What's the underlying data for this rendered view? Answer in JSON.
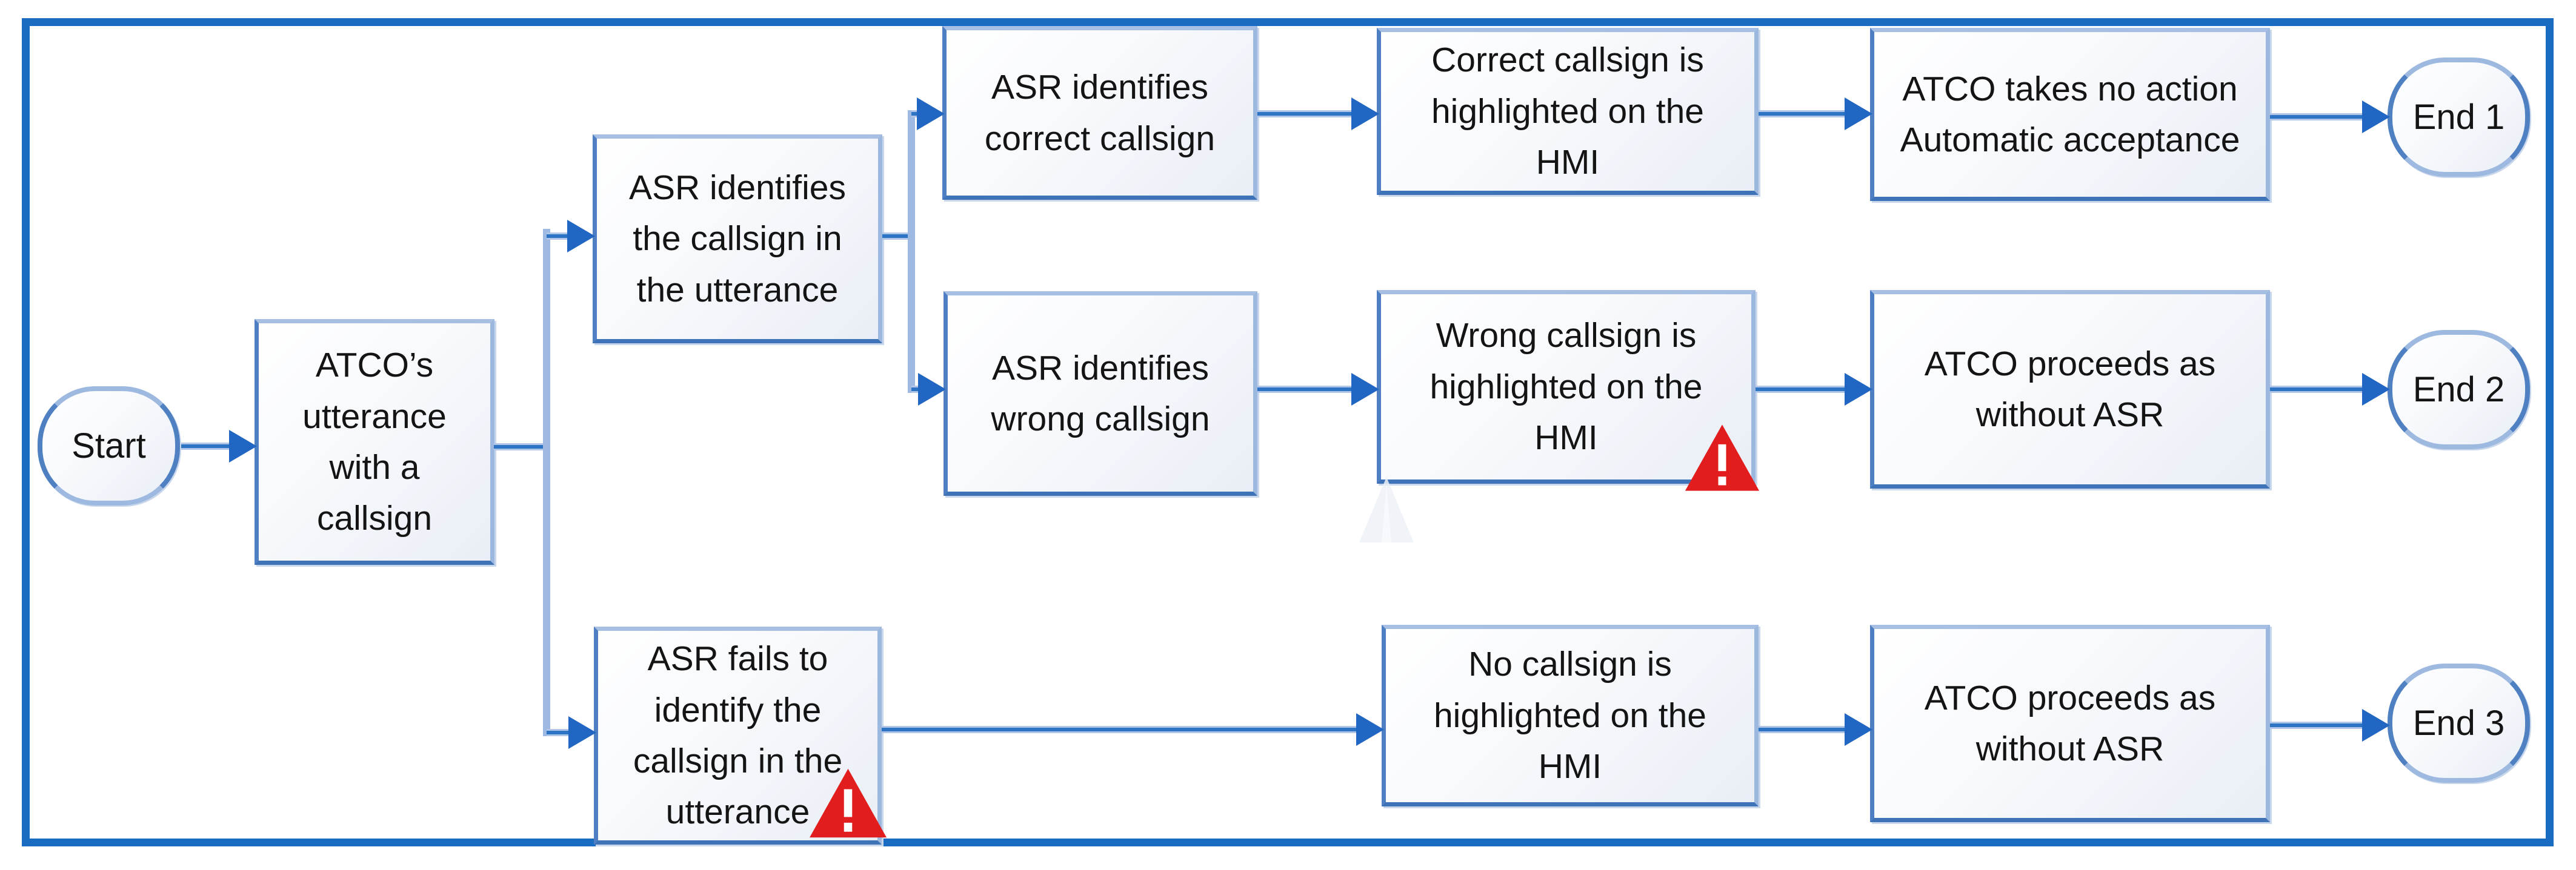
{
  "colors": {
    "frame_border": "#1a6bc2",
    "box_border_dark": "#3e73b8",
    "box_border_light": "#a6bfe3",
    "box_fill_top": "#ffffff",
    "box_fill_bottom": "#e9eef6",
    "connector_arrow": "#2e74c4",
    "connector_branch": "#9fbae2",
    "warning_red": "#e11d1d",
    "text": "#141414"
  },
  "icons": {
    "warning": "warning-triangle-icon",
    "arrowhead": "arrowhead-icon"
  },
  "nodes": {
    "start": {
      "label": "Start"
    },
    "atco_utterance": {
      "label": "ATCO’s\nutterance\nwith a\ncallsign"
    },
    "asr_identifies": {
      "label": "ASR identifies\nthe callsign in\nthe utterance"
    },
    "asr_correct": {
      "label": "ASR identifies\ncorrect callsign"
    },
    "asr_wrong": {
      "label": "ASR identifies\nwrong callsign"
    },
    "correct_hmi": {
      "label": "Correct callsign is\nhighlighted on the\nHMI"
    },
    "wrong_hmi": {
      "label": "Wrong callsign is\nhighlighted on the\nHMI"
    },
    "atco_no_action": {
      "label": "ATCO takes no action\nAutomatic acceptance"
    },
    "atco_without_asr_2": {
      "label": "ATCO proceeds as\nwithout ASR"
    },
    "asr_fails": {
      "label": "ASR fails to\nidentify the\ncallsign in the\nutterance"
    },
    "no_callsign_hmi": {
      "label": "No callsign is\nhighlighted on the\nHMI"
    },
    "atco_without_asr_3": {
      "label": "ATCO proceeds as\nwithout ASR"
    },
    "end1": {
      "label": "End 1"
    },
    "end2": {
      "label": "End 2"
    },
    "end3": {
      "label": "End 3"
    }
  }
}
